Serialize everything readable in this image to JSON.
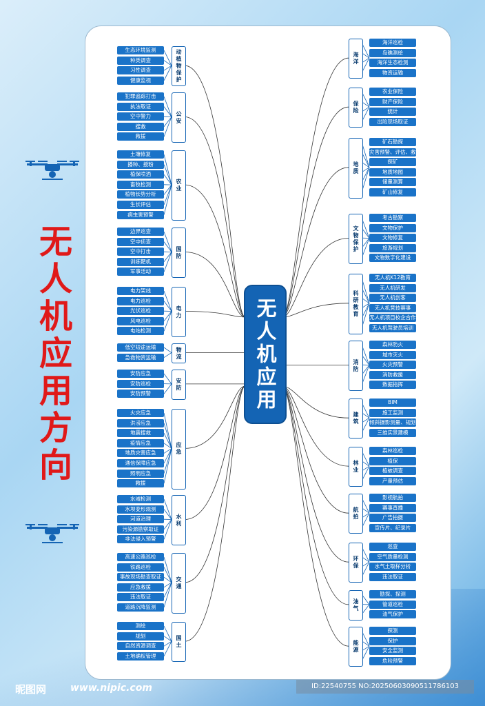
{
  "title": "无人机应用方向",
  "center_label": "无人机应用",
  "watermark": {
    "logo": "昵图网",
    "site": "www.nipic.com",
    "id": "ID:22540755 NO:20250603090511786103"
  },
  "left": [
    {
      "name": "动植物保护",
      "items": [
        "生态环境监测",
        "种类调查",
        "习性调查",
        "健康监视"
      ]
    },
    {
      "name": "公安",
      "items": [
        "犯罪追踪打击",
        "执法取证",
        "空中警力",
        "搜救",
        "救援"
      ]
    },
    {
      "name": "农业",
      "items": [
        "土壤修复",
        "播种、授粉",
        "植保喷洒",
        "畜牧检测",
        "植物长势分析",
        "生长评估",
        "病虫害预警"
      ]
    },
    {
      "name": "国防",
      "items": [
        "边界巡查",
        "空中侦查",
        "空中打击",
        "训练靶机",
        "军事活动"
      ]
    },
    {
      "name": "电力",
      "items": [
        "电力架线",
        "电力巡检",
        "光伏巡检",
        "风电巡检",
        "电站检测"
      ]
    },
    {
      "name": "物流",
      "items": [
        "低空短途运输",
        "急救物资运输"
      ]
    },
    {
      "name": "安防",
      "items": [
        "安防应急",
        "安防巡检",
        "安防预警"
      ]
    },
    {
      "name": "应急",
      "items": [
        "火灾应急",
        "洪涝应急",
        "地震搜救",
        "疫情应急",
        "地质灾害应急",
        "通信保障应急",
        "照明应急",
        "救援"
      ]
    },
    {
      "name": "水利",
      "items": [
        "水域检测",
        "水坝变形观测",
        "河道治理",
        "污染源勘察取证",
        "非法侵入预警"
      ]
    },
    {
      "name": "交通",
      "items": [
        "高速公路巡检",
        "铁路巡检",
        "事故现场勘查取证",
        "应急救援",
        "违法取证",
        "道路沉降监测"
      ]
    },
    {
      "name": "国土",
      "items": [
        "测绘",
        "规划",
        "自然资源调查",
        "土地确权管理"
      ]
    }
  ],
  "right": [
    {
      "name": "海洋",
      "items": [
        "海洋巡检",
        "岛礁测绘",
        "海洋生态检测",
        "物资运输"
      ]
    },
    {
      "name": "保险",
      "items": [
        "农业保险",
        "财产保险",
        "统计",
        "出险现场取证"
      ]
    },
    {
      "name": "地质",
      "items": [
        "矿石勘探",
        "灾害预警、评估、救援",
        "探矿",
        "地质地图",
        "储量测算",
        "矿山修复"
      ]
    },
    {
      "name": "文物保护",
      "items": [
        "考古勘察",
        "文物保护",
        "文物修复",
        "旅游规划",
        "文物数字化建设"
      ]
    },
    {
      "name": "科研教育",
      "items": [
        "无人机K12教育",
        "无人机研发",
        "无人机创客",
        "无人机竞技赛事",
        "无人机项目校企合作",
        "无人机驾驶员培训"
      ]
    },
    {
      "name": "消防",
      "items": [
        "森林防火",
        "城市灭火",
        "火灾预警",
        "消防救援",
        "数据指挥"
      ]
    },
    {
      "name": "建筑",
      "items": [
        "BIM",
        "施工监测",
        "倾斜摄影测量、规划",
        "三维实景建模"
      ]
    },
    {
      "name": "林业",
      "items": [
        "森林巡检",
        "植保",
        "植被调查",
        "产量预估"
      ]
    },
    {
      "name": "航拍",
      "items": [
        "影视航拍",
        "赛事直播",
        "广告拍摄",
        "宣传片、纪录片"
      ]
    },
    {
      "name": "环保",
      "items": [
        "巡查",
        "空气质量检测",
        "水气土取样分析",
        "违法取证"
      ]
    },
    {
      "name": "油气",
      "items": [
        "勘探、探测",
        "管道巡检",
        "油气保护"
      ]
    },
    {
      "name": "能源",
      "items": [
        "探测",
        "保护",
        "安全监测",
        "危险预警"
      ]
    }
  ]
}
